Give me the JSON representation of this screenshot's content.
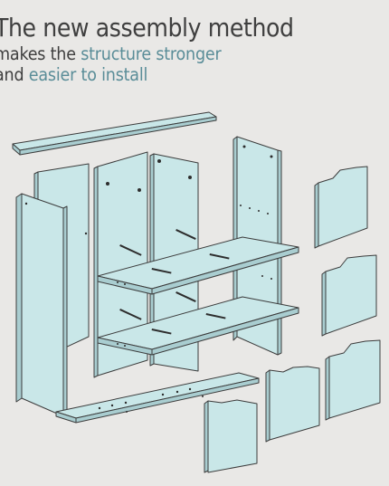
{
  "headline": {
    "line1": "The new assembly method",
    "line2_prefix": "makes the ",
    "line2_highlight": "structure stronger",
    "line3_prefix": "and ",
    "line3_highlight": "easier to install"
  },
  "colors": {
    "background": "#e9e8e6",
    "panel": "#c9e7e8",
    "panel_edge": "#a9cdd0",
    "accent_text": "#5a8d98",
    "text": "#3f3f3f",
    "outline": "#3c3c3c"
  }
}
